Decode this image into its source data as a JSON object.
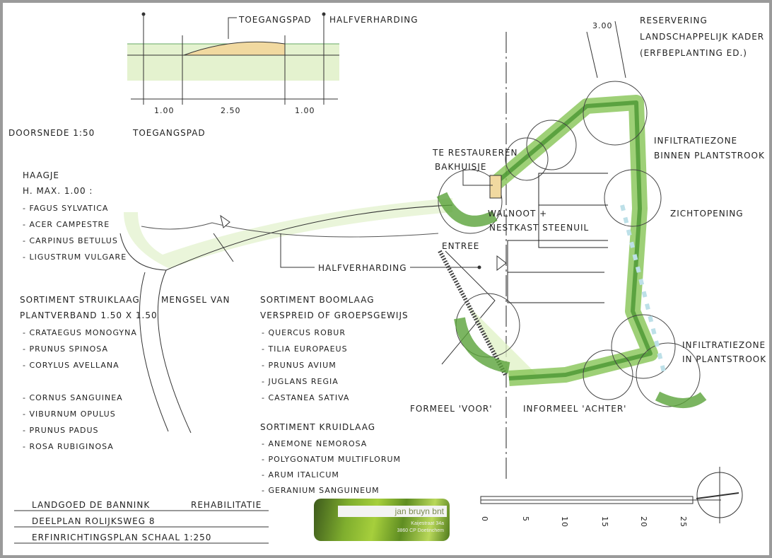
{
  "section": {
    "label_path": "TOEGANGSPAD",
    "label_semi": "HALFVERHARDING",
    "dims": [
      "1.00",
      "2.50",
      "1.00"
    ],
    "caption_left": "DOORSNEDE 1:50",
    "caption_right": "TOEGANGSPAD"
  },
  "hedge": {
    "title": "HAAGJE",
    "height": "H. MAX. 1.00 :",
    "items": [
      "- FAGUS SYLVATICA",
      "- ACER CAMPESTRE",
      "- CARPINUS BETULUS",
      "- LIGUSTRUM VULGARE"
    ]
  },
  "shrubs": {
    "title": "SORTIMENT STRUIKLAAG",
    "subtitle": "PLANTVERBAND 1.50 x 1.50",
    "mix_label": "MENGSEL VAN",
    "items": [
      "- CRATAEGUS MONOGYNA",
      "- PRUNUS SPINOSA",
      "- CORYLUS AVELLANA",
      "- CORNUS SANGUINEA",
      "- VIBURNUM OPULUS",
      "- PRUNUS PADUS",
      "- ROSA RUBIGINOSA"
    ]
  },
  "trees": {
    "title": "SORTIMENT BOOMLAAG",
    "subtitle": "VERSPREID OF GROEPSGEWIJS",
    "items": [
      "- QUERCUS ROBUR",
      "- TILIA EUROPAEUS",
      "- PRUNUS AVIUM",
      "- JUGLANS REGIA",
      "- CASTANEA SATIVA"
    ]
  },
  "herbs": {
    "title": "SORTIMENT KRUIDLAAG",
    "items": [
      "- ANEMONE NEMOROSA",
      "- POLYGONATUM MULTIFLORUM",
      "- ARUM ITALICUM",
      "- GERANIUM SANGUINEUM"
    ]
  },
  "plan": {
    "reservation": [
      "RESERVERING",
      "LANDSCHAPPELIJK KADER",
      "(ERFBEPLANTING ED.)"
    ],
    "dim_300": "3.00",
    "infiltration_top": [
      "INFILTRATIEZONE",
      "BINNEN PLANTSTROOK"
    ],
    "view": "ZICHTOPENING",
    "restore": [
      "TE RESTAUREREN",
      "BAKHUISJE"
    ],
    "walnut": [
      "WALNOOT +",
      "NESTKAST STEENUIL"
    ],
    "entrance": "ENTREE",
    "semi_paving": "HALFVERHARDING",
    "infiltration_bottom": [
      "INFILTRATIEZONE",
      "IN PLANTSTROOK"
    ],
    "formal": "FORMEEL 'VOOR'",
    "informal": "INFORMEEL 'ACHTER'"
  },
  "title_block": {
    "line1_left": "LANDGOED DE BANNINK",
    "line1_right": "REHABILITATIE",
    "line2": "DEELPLAN ROLIJKSWEG 8",
    "line3": "ERFINRICHTINGSPLAN SCHAAL 1:250"
  },
  "scale_bar": {
    "ticks": [
      "0",
      "5",
      "10",
      "15",
      "20",
      "25"
    ]
  },
  "logo": {
    "name": "jan bruyn bnt",
    "address1": "Kaijestraat 34a",
    "address2": "3860 CP Doetinchem"
  },
  "colors": {
    "green_light": "#d9efb9",
    "green_mid": "#8fc85a",
    "green_dark": "#3f8f2a",
    "sand": "#f1d9a0"
  }
}
